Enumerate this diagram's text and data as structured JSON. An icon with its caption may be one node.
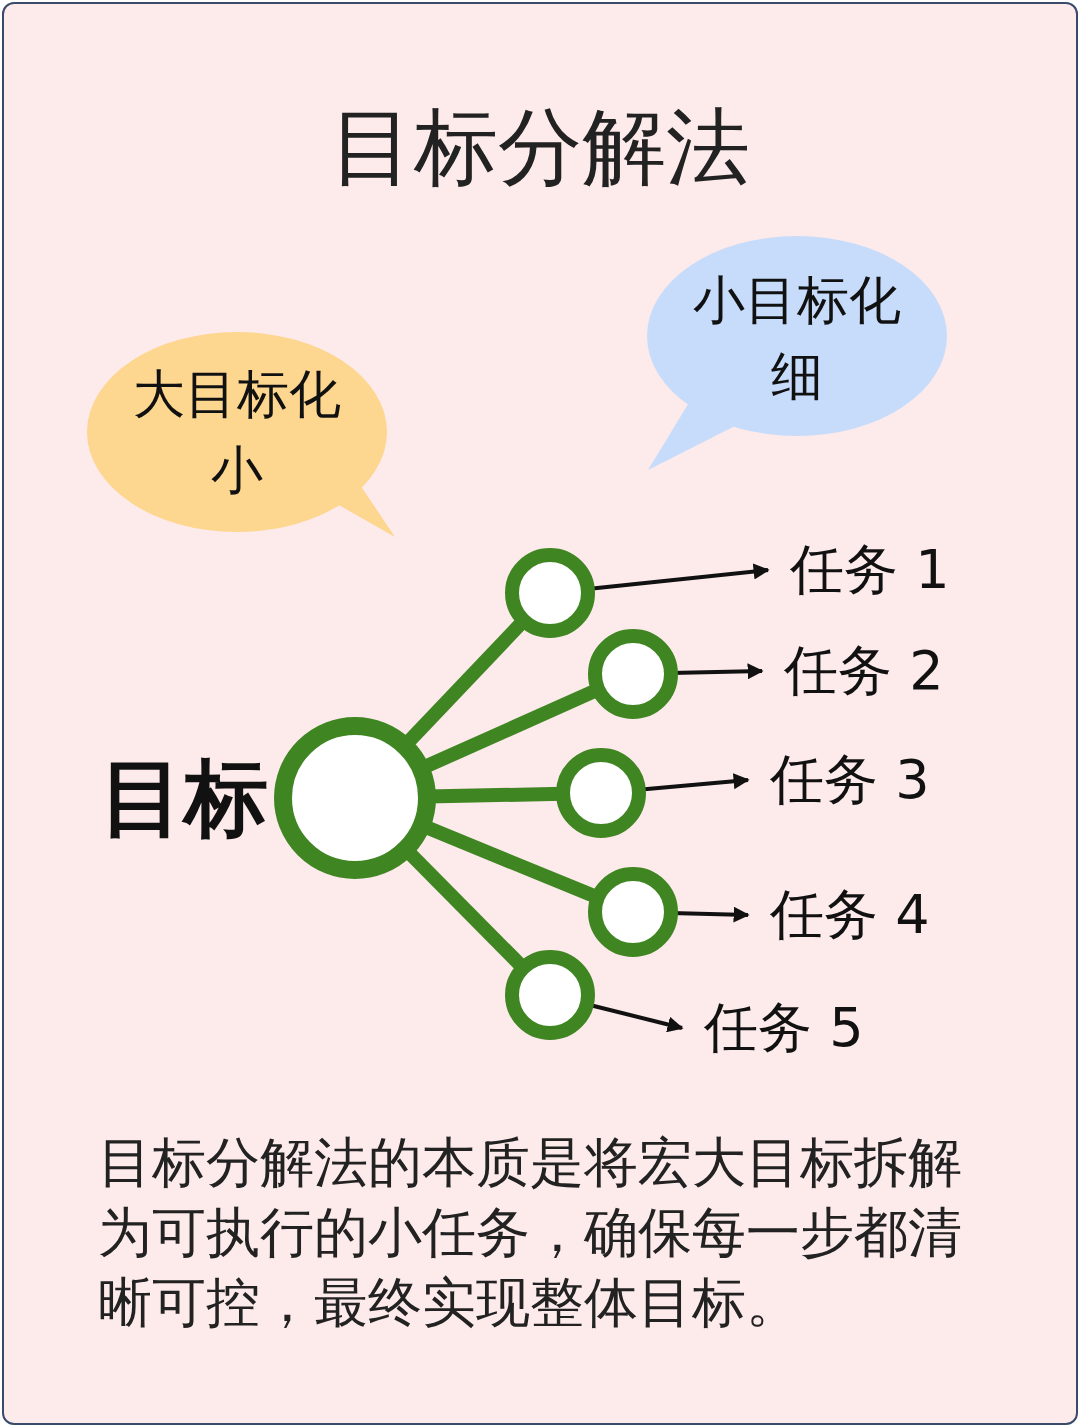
{
  "diagram": {
    "title": "目标分解法",
    "nodes": [
      {
        "text": [
          "大目标化小"
        ]
      },
      {
        "text": [
          "小目标化细"
        ]
      },
      {
        "text": [
          "目标"
        ]
      },
      {
        "text": [],
        "shape": "circle"
      },
      {
        "text": [],
        "shape": "circle"
      },
      {
        "text": [],
        "shape": "circle"
      },
      {
        "text": [],
        "shape": "circle"
      },
      {
        "text": [],
        "shape": "circle"
      },
      {
        "text": [
          "任务 1"
        ]
      },
      {
        "text": [
          "任务 2"
        ]
      },
      {
        "text": [
          "任务 3"
        ]
      },
      {
        "text": [
          "任务 4"
        ]
      },
      {
        "text": [
          "任务 5"
        ]
      }
    ],
    "edges": [
      {
        "from": 2,
        "to": 3,
        "arrow": "none",
        "style": "thick",
        "color": "#3f8623"
      },
      {
        "from": 2,
        "to": 4,
        "arrow": "none",
        "style": "thick",
        "color": "#3f8623"
      },
      {
        "from": 2,
        "to": 5,
        "arrow": "none",
        "style": "thick",
        "color": "#3f8623"
      },
      {
        "from": 2,
        "to": 6,
        "arrow": "none",
        "style": "thick",
        "color": "#3f8623"
      },
      {
        "from": 2,
        "to": 7,
        "arrow": "none",
        "style": "thick",
        "color": "#3f8623"
      },
      {
        "from": 3,
        "to": 8,
        "arrow": "to",
        "color": "#111111"
      },
      {
        "from": 4,
        "to": 9,
        "arrow": "to",
        "color": "#111111"
      },
      {
        "from": 5,
        "to": 10,
        "arrow": "to",
        "color": "#111111"
      },
      {
        "from": 6,
        "to": 11,
        "arrow": "to",
        "color": "#111111"
      },
      {
        "from": 7,
        "to": 12,
        "arrow": "to",
        "color": "#111111"
      }
    ],
    "caption": "目标分解法的本质是将宏大目标拆解为可执行的小任务，确保每一步都清晰可控，最终实现整体目标。"
  }
}
